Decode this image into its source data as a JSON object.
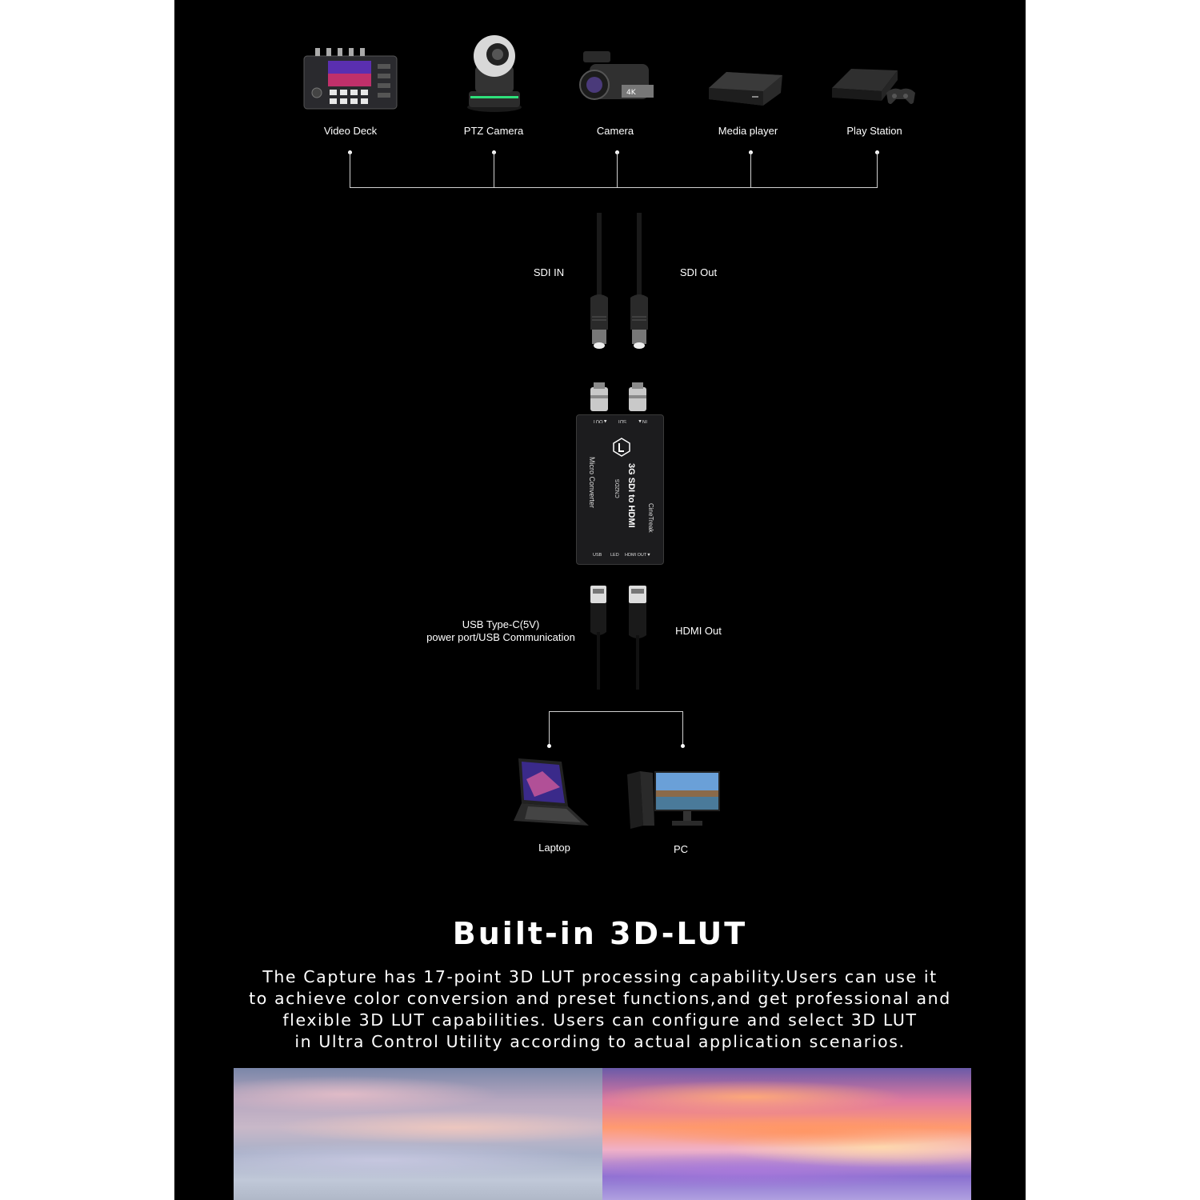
{
  "sources": [
    {
      "label": "Video Deck",
      "icon": "video-deck-icon"
    },
    {
      "label": "PTZ Camera",
      "icon": "ptz-camera-icon"
    },
    {
      "label": "Camera",
      "icon": "camcorder-icon"
    },
    {
      "label": "Media player",
      "icon": "media-player-icon"
    },
    {
      "label": "Play Station",
      "icon": "game-console-icon"
    }
  ],
  "sdi": {
    "in_label": "SDI IN",
    "out_label": "SDI Out"
  },
  "converter": {
    "brand": "CineTreak",
    "model": "3G SDI to HDMI",
    "code": "CN2DS",
    "series": "Micro Converter",
    "port_out": "▲OUT",
    "port_sdi": "SDI",
    "port_in": "IN▲",
    "port_usb": "USB",
    "port_led": "LED",
    "port_hdmi": "HDMI OUT▼"
  },
  "outputs": {
    "usb_label_line1": "USB Type-C(5V)",
    "usb_label_line2": "power port/USB Communication",
    "hdmi_label": "HDMI Out"
  },
  "destinations": [
    {
      "label": "Laptop",
      "icon": "laptop-icon"
    },
    {
      "label": "PC",
      "icon": "desktop-pc-icon"
    }
  ],
  "section": {
    "heading": "Built-in 3D-LUT",
    "description_lines": [
      "The Capture has 17-point 3D LUT processing capability.Users can use it",
      "to achieve color conversion and preset functions,and get professional and",
      "flexible 3D LUT capabilities. Users can configure and select 3D LUT",
      "in Ultra Control Utility according to actual application scenarios."
    ]
  },
  "colors": {
    "background": "#000000",
    "text": "#ffffff",
    "line": "#d0d0d0"
  }
}
